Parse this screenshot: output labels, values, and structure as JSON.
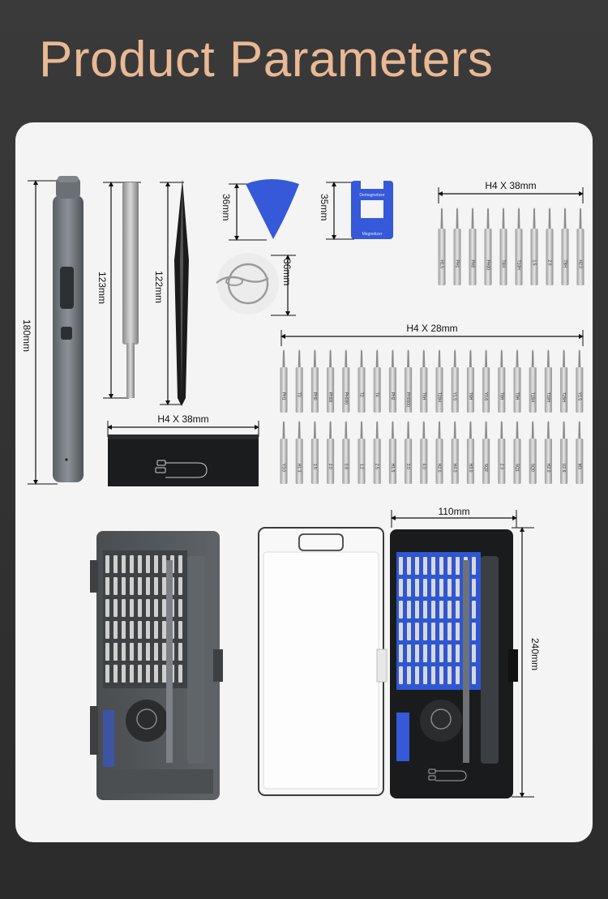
{
  "page": {
    "title": "Product Parameters",
    "colors": {
      "title": "#e9b894",
      "card": "#f4f4f4",
      "accent_blue": "#3559d8"
    }
  },
  "dimensions": {
    "driver_height": "180mm",
    "extension_length": "123mm",
    "tweezers_length": "122mm",
    "pick_height": "36mm",
    "magnetizer_height": "35mm",
    "sim_tool_height": "36mm",
    "long_bits": "H4 X 38mm",
    "short_bits": "H4 X 28mm",
    "cable_box": "H4 X 38mm",
    "case_width": "110mm",
    "case_height": "240mm"
  },
  "labels": {
    "magnetizer_top": "Demagnetizer",
    "magnetizer_bottom": "Magnetizer"
  },
  "bits": {
    "long_row": [
      "H1.5",
      "PH1",
      "PH0",
      "PH00",
      "T6H",
      "T10H",
      "1.5",
      "2.0",
      "T8H",
      "H2.0"
    ],
    "short_row_1": [
      "PH1",
      "T3",
      "PH0",
      "PH00",
      "PH000",
      "T2",
      "T4",
      "PH2",
      "PH0000",
      "T5H",
      "T20H",
      "Y1.5",
      "T6H",
      "Y0.6",
      "T8H",
      "T9H",
      "T15H",
      "T10H",
      "T25H",
      "Y1.5"
    ],
    "short_row_2": [
      "Y3.0",
      "H1.3",
      "1.5",
      "2.0",
      "0.8",
      "1.2",
      "2.5",
      "H1.5",
      "3.0",
      "4.0",
      "H2.0",
      "H4.0",
      "H3.0",
      "SQ2",
      "2.3",
      "SQ1",
      "SQ0",
      "H2.0",
      "U2.6",
      "M3"
    ]
  },
  "icons": {
    "cable": "usb-cable-icon"
  }
}
